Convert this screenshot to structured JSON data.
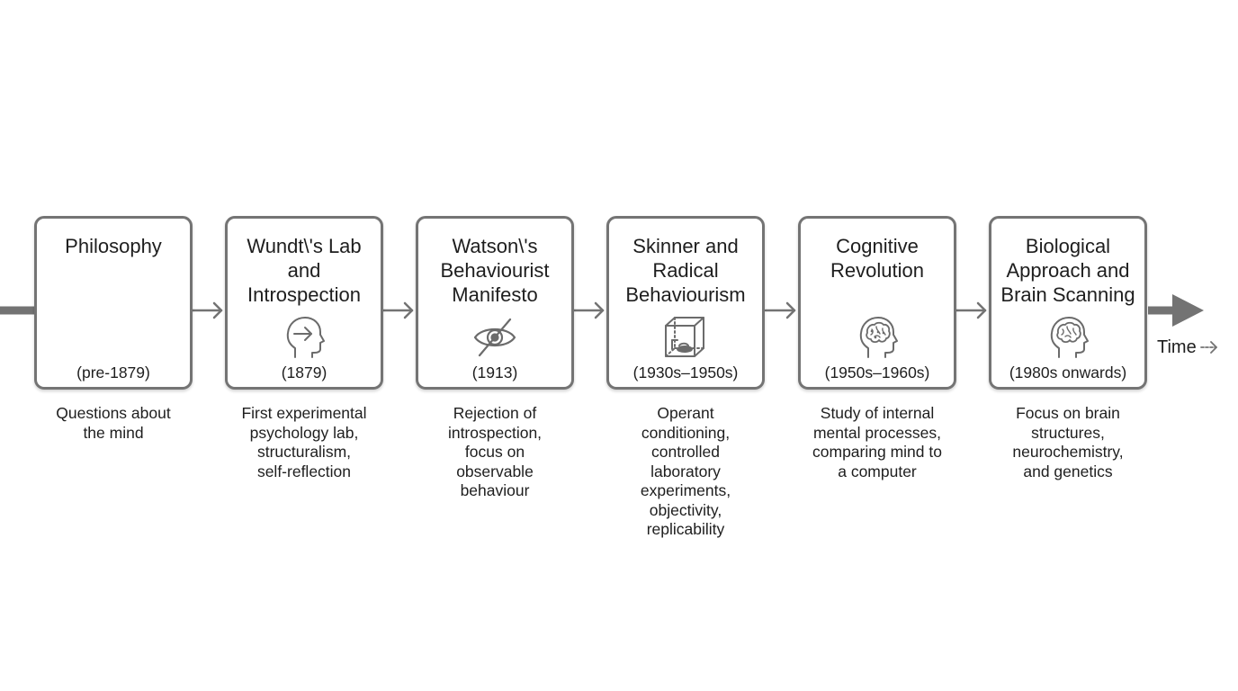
{
  "stages": [
    {
      "title_lines": [
        "Philosophy"
      ],
      "date": "(pre-1879)",
      "icon": "none",
      "desc_lines": [
        "Questions about",
        "the mind"
      ]
    },
    {
      "title_lines": [
        "Wundt\\'s Lab",
        "and",
        "Introspection"
      ],
      "date": "(1879)",
      "icon": "head-arrow-icon",
      "desc_lines": [
        "First experimental",
        "psychology lab,",
        "structuralism,",
        "self-reflection"
      ]
    },
    {
      "title_lines": [
        "Watson\\'s",
        "Behaviourist",
        "Manifesto"
      ],
      "date": "(1913)",
      "icon": "crossed-eye-icon",
      "desc_lines": [
        "Rejection of",
        "introspection,",
        "focus on",
        "observable",
        "behaviour"
      ]
    },
    {
      "title_lines": [
        "Skinner and",
        "Radical",
        "Behaviourism"
      ],
      "date": "(1930s–1950s)",
      "icon": "skinner-box-icon",
      "desc_lines": [
        "Operant",
        "conditioning,",
        "controlled",
        "laboratory",
        "experiments,",
        "objectivity,",
        "replicability"
      ]
    },
    {
      "title_lines": [
        "Cognitive",
        "Revolution"
      ],
      "date": "(1950s–1960s)",
      "icon": "brain-head-icon",
      "desc_lines": [
        "Study of internal",
        "mental processes,",
        "comparing mind to",
        "a computer"
      ]
    },
    {
      "title_lines": [
        "Biological",
        "Approach and",
        "Brain Scanning"
      ],
      "date": "(1980s onwards)",
      "icon": "brain-head-icon",
      "desc_lines": [
        "Focus on brain",
        "structures,",
        "neurochemistry,",
        "and genetics"
      ]
    }
  ],
  "axis": {
    "label": "Time",
    "icon": "arrow-right-icon"
  },
  "colors": {
    "line": "#737373",
    "box_border": "#747474",
    "text": "#1e1e1e"
  }
}
